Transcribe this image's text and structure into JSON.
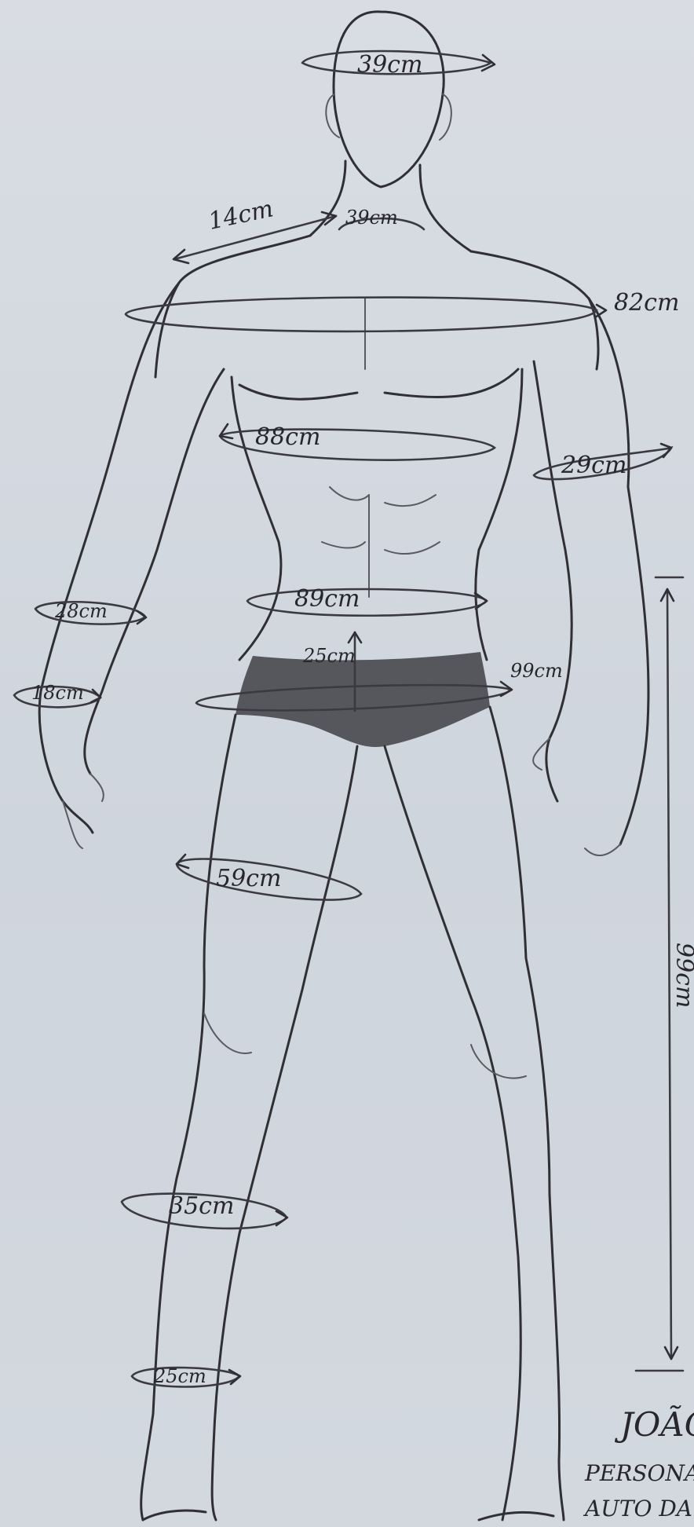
{
  "measurements": {
    "head_circumference": "39cm",
    "shoulder_width": "14cm",
    "neck_circumference": "39cm",
    "shoulders_circumference": "82cm",
    "chest_circumference": "88cm",
    "bicep_circumference": "29cm",
    "forearm_circumference": "28cm",
    "waist_circumference": "89cm",
    "torso_height": "25cm",
    "wrist_circumference": "18cm",
    "hip_circumference": "99cm",
    "thigh_circumference": "59cm",
    "leg_length": "99cm",
    "calf_circumference": "35cm",
    "ankle_circumference": "25cm"
  },
  "footer": {
    "name": "JOÃO",
    "line1": "PERSONA",
    "line2": "AUTO DA"
  }
}
